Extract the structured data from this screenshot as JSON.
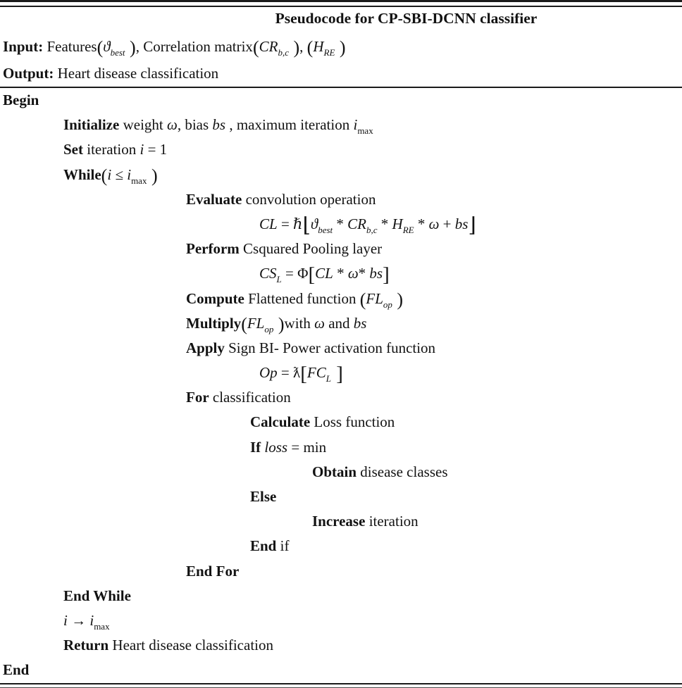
{
  "title": "Pseudocode for CP-SBI-DCNN classifier",
  "header_lines": [
    {
      "name": "input",
      "ind": "0",
      "cls": "h-input",
      "segments": [
        {
          "t": "Input:",
          "s": "b"
        },
        {
          "t": " Features",
          "s": "p"
        },
        {
          "t": "(",
          "s": "bp"
        },
        {
          "t": "ϑ",
          "s": "m"
        },
        {
          "t": "best",
          "s": "sub"
        },
        {
          "t": " )",
          "s": "bp"
        },
        {
          "t": ", Correlation matrix",
          "s": "p"
        },
        {
          "t": "(",
          "s": "bp"
        },
        {
          "t": "CR",
          "s": "m"
        },
        {
          "t": "b,c",
          "s": "sub"
        },
        {
          "t": " )",
          "s": "bp"
        },
        {
          "t": ", ",
          "s": "p"
        },
        {
          "t": "(",
          "s": "bp"
        },
        {
          "t": "H",
          "s": "m"
        },
        {
          "t": "RE",
          "s": "sub"
        },
        {
          "t": " )",
          "s": "bp"
        }
      ]
    },
    {
      "name": "output",
      "ind": "0",
      "cls": "h-output",
      "segments": [
        {
          "t": "Output:",
          "s": "b"
        },
        {
          "t": " Heart disease classification",
          "s": "p"
        }
      ]
    }
  ],
  "body_lines": [
    {
      "name": "begin",
      "ind": "0",
      "segments": [
        {
          "t": "Begin",
          "s": "b"
        }
      ]
    },
    {
      "name": "initialize",
      "ind": "1",
      "segments": [
        {
          "t": "Initialize",
          "s": "b"
        },
        {
          "t": " weight ",
          "s": "p"
        },
        {
          "t": "ω",
          "s": "m"
        },
        {
          "t": ", bias ",
          "s": "p"
        },
        {
          "t": "bs",
          "s": "m"
        },
        {
          "t": " , maximum iteration ",
          "s": "p"
        },
        {
          "t": "i",
          "s": "m"
        },
        {
          "t": "max",
          "s": "subr"
        }
      ]
    },
    {
      "name": "set-iteration",
      "ind": "1",
      "segments": [
        {
          "t": "Set",
          "s": "b"
        },
        {
          "t": " iteration ",
          "s": "p"
        },
        {
          "t": "i",
          "s": "m"
        },
        {
          "t": " = 1",
          "s": "p"
        }
      ]
    },
    {
      "name": "while",
      "ind": "1",
      "segments": [
        {
          "t": "While",
          "s": "b"
        },
        {
          "t": "(",
          "s": "bp"
        },
        {
          "t": "i",
          "s": "m"
        },
        {
          "t": " ≤ ",
          "s": "p"
        },
        {
          "t": "i",
          "s": "m"
        },
        {
          "t": "max",
          "s": "subr"
        },
        {
          "t": " )",
          "s": "bp"
        }
      ]
    },
    {
      "name": "evaluate",
      "ind": "2",
      "segments": [
        {
          "t": "Evaluate",
          "s": "b"
        },
        {
          "t": " convolution operation",
          "s": "p"
        }
      ]
    },
    {
      "name": "eq-convolution",
      "ind": "eq",
      "segments": [
        {
          "t": "CL",
          "s": "m"
        },
        {
          "t": " = ",
          "s": "p"
        },
        {
          "t": "ℏ",
          "s": "m"
        },
        {
          "t": "⌊",
          "s": "br"
        },
        {
          "t": "ϑ",
          "s": "m"
        },
        {
          "t": "best",
          "s": "sub"
        },
        {
          "t": " * ",
          "s": "p"
        },
        {
          "t": "CR",
          "s": "m"
        },
        {
          "t": "b,c",
          "s": "sub"
        },
        {
          "t": " * ",
          "s": "p"
        },
        {
          "t": "H",
          "s": "m"
        },
        {
          "t": "RE",
          "s": "sub"
        },
        {
          "t": " * ",
          "s": "p"
        },
        {
          "t": "ω",
          "s": "m"
        },
        {
          "t": " + ",
          "s": "p"
        },
        {
          "t": "bs",
          "s": "m"
        },
        {
          "t": "⌋",
          "s": "br"
        }
      ]
    },
    {
      "name": "perform",
      "ind": "2",
      "segments": [
        {
          "t": "Perform",
          "s": "b"
        },
        {
          "t": " Csquared Pooling layer",
          "s": "p"
        }
      ]
    },
    {
      "name": "eq-pooling",
      "ind": "eq",
      "segments": [
        {
          "t": "CS",
          "s": "m"
        },
        {
          "t": "L",
          "s": "sub"
        },
        {
          "t": " = Φ",
          "s": "p"
        },
        {
          "t": "[",
          "s": "br"
        },
        {
          "t": "CL",
          "s": "m"
        },
        {
          "t": " * ",
          "s": "p"
        },
        {
          "t": "ω",
          "s": "m"
        },
        {
          "t": "* ",
          "s": "p"
        },
        {
          "t": "bs",
          "s": "m"
        },
        {
          "t": "]",
          "s": "br"
        }
      ]
    },
    {
      "name": "compute",
      "ind": "2",
      "segments": [
        {
          "t": "Compute",
          "s": "b"
        },
        {
          "t": " Flattened function ",
          "s": "p"
        },
        {
          "t": "(",
          "s": "bp"
        },
        {
          "t": "FL",
          "s": "m"
        },
        {
          "t": "op",
          "s": "sub"
        },
        {
          "t": " )",
          "s": "bp"
        }
      ]
    },
    {
      "name": "multiply",
      "ind": "2",
      "segments": [
        {
          "t": "Multiply",
          "s": "b"
        },
        {
          "t": "(",
          "s": "bp"
        },
        {
          "t": "FL",
          "s": "m"
        },
        {
          "t": "op",
          "s": "sub"
        },
        {
          "t": " )",
          "s": "bp"
        },
        {
          "t": "with ",
          "s": "p"
        },
        {
          "t": "ω",
          "s": "m"
        },
        {
          "t": " and ",
          "s": "p"
        },
        {
          "t": "bs",
          "s": "m"
        }
      ]
    },
    {
      "name": "apply",
      "ind": "2",
      "segments": [
        {
          "t": "Apply",
          "s": "b"
        },
        {
          "t": " Sign BI- Power activation function",
          "s": "p"
        }
      ]
    },
    {
      "name": "eq-activation",
      "ind": "eq",
      "segments": [
        {
          "t": "Op",
          "s": "m"
        },
        {
          "t": " = ",
          "s": "p"
        },
        {
          "t": "ƛ",
          "s": "p"
        },
        {
          "t": "[",
          "s": "br"
        },
        {
          "t": "FC",
          "s": "m"
        },
        {
          "t": "L",
          "s": "sub"
        },
        {
          "t": " ]",
          "s": "br"
        }
      ]
    },
    {
      "name": "for",
      "ind": "2",
      "segments": [
        {
          "t": "For",
          "s": "b"
        },
        {
          "t": " classification",
          "s": "p"
        }
      ]
    },
    {
      "name": "calculate",
      "ind": "3",
      "segments": [
        {
          "t": "Calculate",
          "s": "b"
        },
        {
          "t": " Loss function",
          "s": "p"
        }
      ]
    },
    {
      "name": "if",
      "ind": "3",
      "segments": [
        {
          "t": "If",
          "s": "b"
        },
        {
          "t": " ",
          "s": "p"
        },
        {
          "t": "loss",
          "s": "m"
        },
        {
          "t": " = min",
          "s": "p"
        }
      ]
    },
    {
      "name": "obtain",
      "ind": "4",
      "segments": [
        {
          "t": "Obtain",
          "s": "b"
        },
        {
          "t": " disease classes",
          "s": "p"
        }
      ]
    },
    {
      "name": "else",
      "ind": "3",
      "segments": [
        {
          "t": "Else",
          "s": "b"
        }
      ]
    },
    {
      "name": "increase",
      "ind": "4",
      "segments": [
        {
          "t": "Increase",
          "s": "b"
        },
        {
          "t": " iteration",
          "s": "p"
        }
      ]
    },
    {
      "name": "end-if",
      "ind": "3",
      "segments": [
        {
          "t": "End",
          "s": "b"
        },
        {
          "t": " if",
          "s": "p"
        }
      ]
    },
    {
      "name": "end-for",
      "ind": "2",
      "segments": [
        {
          "t": "End For",
          "s": "b"
        }
      ]
    },
    {
      "name": "end-while",
      "ind": "1",
      "segments": [
        {
          "t": "End While",
          "s": "b"
        }
      ]
    },
    {
      "name": "iteration-arrow",
      "ind": "1",
      "segments": [
        {
          "t": "i",
          "s": "m"
        },
        {
          "t": " → ",
          "s": "p"
        },
        {
          "t": "i",
          "s": "m"
        },
        {
          "t": "max",
          "s": "subr"
        }
      ]
    },
    {
      "name": "return",
      "ind": "1",
      "segments": [
        {
          "t": "Return",
          "s": "b"
        },
        {
          "t": " Heart disease classification",
          "s": "p"
        }
      ]
    },
    {
      "name": "end",
      "ind": "0",
      "segments": [
        {
          "t": "End",
          "s": "b"
        }
      ]
    }
  ]
}
